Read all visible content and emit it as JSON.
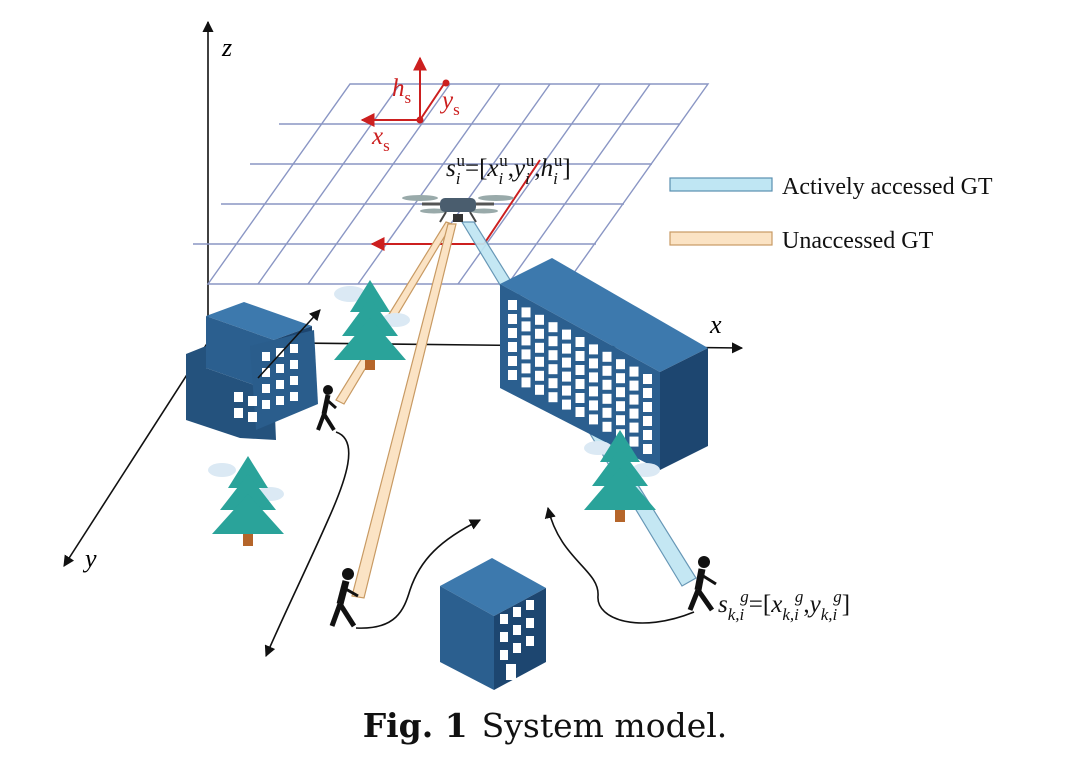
{
  "axes": {
    "x": "x",
    "y": "y",
    "z": "z"
  },
  "uav_axes": {
    "h": "h",
    "h_sub": "s",
    "x": "x",
    "x_sub": "s",
    "y": "y",
    "y_sub": "s"
  },
  "uav_position": {
    "base": "s",
    "sub": "i",
    "sup": "u",
    "eq": "=[",
    "x": "x",
    "y": "y",
    "h": "h",
    "sep": ",",
    "close": "]"
  },
  "gt_position": {
    "base": "s",
    "sub": "k,i",
    "sup": "g",
    "eq": "=[",
    "x": "x",
    "y": "y",
    "sep": ",",
    "close": "]"
  },
  "legend": [
    {
      "label": "Actively accessed GT",
      "color": "#bfe6f3",
      "stroke": "#5b8fb0"
    },
    {
      "label": "Unaccessed GT",
      "color": "#fbe3c4",
      "stroke": "#c89a63"
    }
  ],
  "caption": {
    "number": "Fig. 1",
    "text": "System model."
  },
  "colors": {
    "accent_red": "#cc1f1f",
    "building": "#2b5f8f",
    "tree": "#2aa39a",
    "grid": "#8a96c4"
  }
}
